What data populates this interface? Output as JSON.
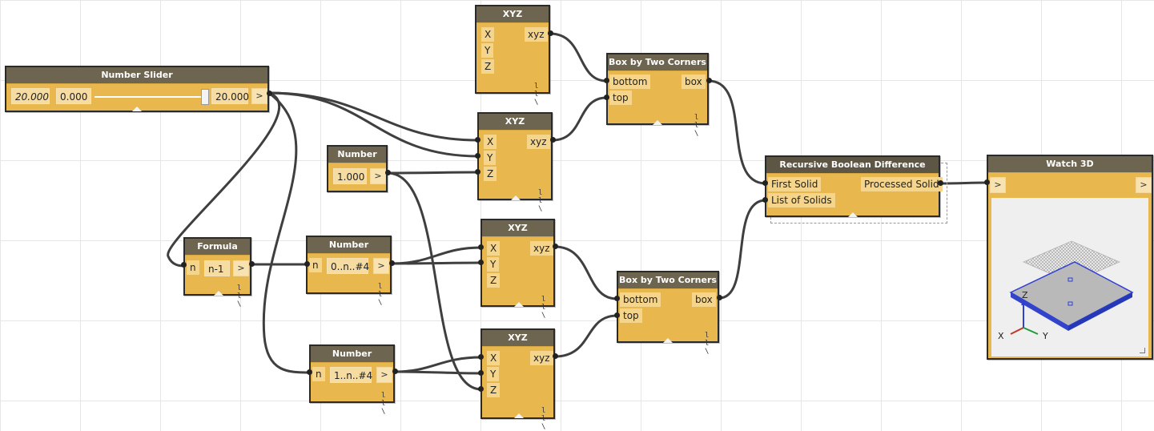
{
  "slider": {
    "title": "Number Slider",
    "value": "20.000",
    "min": "0.000",
    "max": "20.000",
    "out": ">",
    "level": 1.0
  },
  "xyz_top": {
    "title": "XYZ",
    "in_x": "X",
    "in_y": "Y",
    "in_z": "Z",
    "out": "xyz",
    "lacing": "l l \\"
  },
  "xyz_mid": {
    "title": "XYZ",
    "in_x": "X",
    "in_y": "Y",
    "in_z": "Z",
    "out": "xyz",
    "lacing": "l l \\"
  },
  "xyz_c": {
    "title": "XYZ",
    "in_x": "X",
    "in_y": "Y",
    "in_z": "Z",
    "out": "xyz",
    "lacing": "l l \\"
  },
  "xyz_d": {
    "title": "XYZ",
    "in_x": "X",
    "in_y": "Y",
    "in_z": "Z",
    "out": "xyz",
    "lacing": "l l \\"
  },
  "box1": {
    "title": "Box by Two Corners",
    "in_bottom": "bottom",
    "in_top": "top",
    "out": "box",
    "lacing": "l l \\"
  },
  "box2": {
    "title": "Box by Two Corners",
    "in_bottom": "bottom",
    "in_top": "top",
    "out": "box",
    "lacing": "l l \\"
  },
  "number1": {
    "title": "Number",
    "value": "1.000",
    "out": ">"
  },
  "formula": {
    "title": "Formula",
    "in_n": "n",
    "expr": "n-1",
    "out": ">",
    "lacing": "l l \\"
  },
  "number2": {
    "title": "Number",
    "in_n": "n",
    "value": "0..n..#4",
    "out": ">",
    "lacing": "l l \\"
  },
  "number3": {
    "title": "Number",
    "in_n": "n",
    "value": "1..n..#4",
    "out": ">",
    "lacing": "l l \\"
  },
  "rbd": {
    "title": "Recursive Boolean Difference",
    "in_first": "First Solid",
    "in_list": "List of Solids",
    "out": "Processed Solid"
  },
  "watch": {
    "title": "Watch 3D",
    "in": ">",
    "out": ">",
    "axis_x": "X",
    "axis_y": "Y",
    "axis_z": "Z"
  },
  "colors": {
    "node_body": "#e8b84f",
    "node_header": "#6e6550",
    "wire": "#404040",
    "canvas": "#ffffff",
    "preview_blue": "#2f3fd1"
  }
}
